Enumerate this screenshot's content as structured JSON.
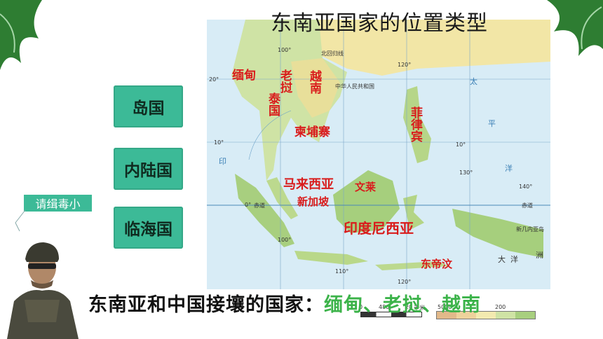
{
  "title": "东南亚国家的位置类型",
  "buttons": [
    "岛国",
    "内陆国",
    "临海国"
  ],
  "badge": "请缉毒小",
  "bottom": {
    "prefix": "东南亚和中国接壤的国家：",
    "answer": "缅甸、老挝、越南"
  },
  "countries": {
    "myanmar": "缅甸",
    "laos": "老挝",
    "vietnam": "越南",
    "thailand": "泰国",
    "cambodia": "柬埔寨",
    "philippines": "菲律宾",
    "malaysia": "马来西亚",
    "brunei": "文莱",
    "singapore": "新加坡",
    "indonesia": "印度尼西亚",
    "timor": "东帝汶"
  },
  "map_labels": {
    "china": "中华人民共和国",
    "tropic": "北回归线",
    "equator": "赤道",
    "lon_100": "100°",
    "lon_110": "110°",
    "lon_120": "120°",
    "lon_130": "130°",
    "lon_140": "140°",
    "lat_20": "20°",
    "lat_10": "10°",
    "lat_0": "0°",
    "pacific_1": "太",
    "pacific_2": "平",
    "pacific_3": "洋",
    "indian": "印",
    "oceania_1": "大",
    "oceania_2": "洋",
    "oceania_3": "洲",
    "new_guinea": "新几内亚岛",
    "scale_unit": "千米",
    "scale_ticks": [
      "0",
      "480",
      "20"
    ],
    "legend_ticks": [
      "5000",
      "200"
    ]
  },
  "colors": {
    "accent": "#3cba97",
    "red": "#d91c1c",
    "answer": "#3cb34a",
    "sea": "#d8ecf6",
    "land": "#f3eab0"
  }
}
